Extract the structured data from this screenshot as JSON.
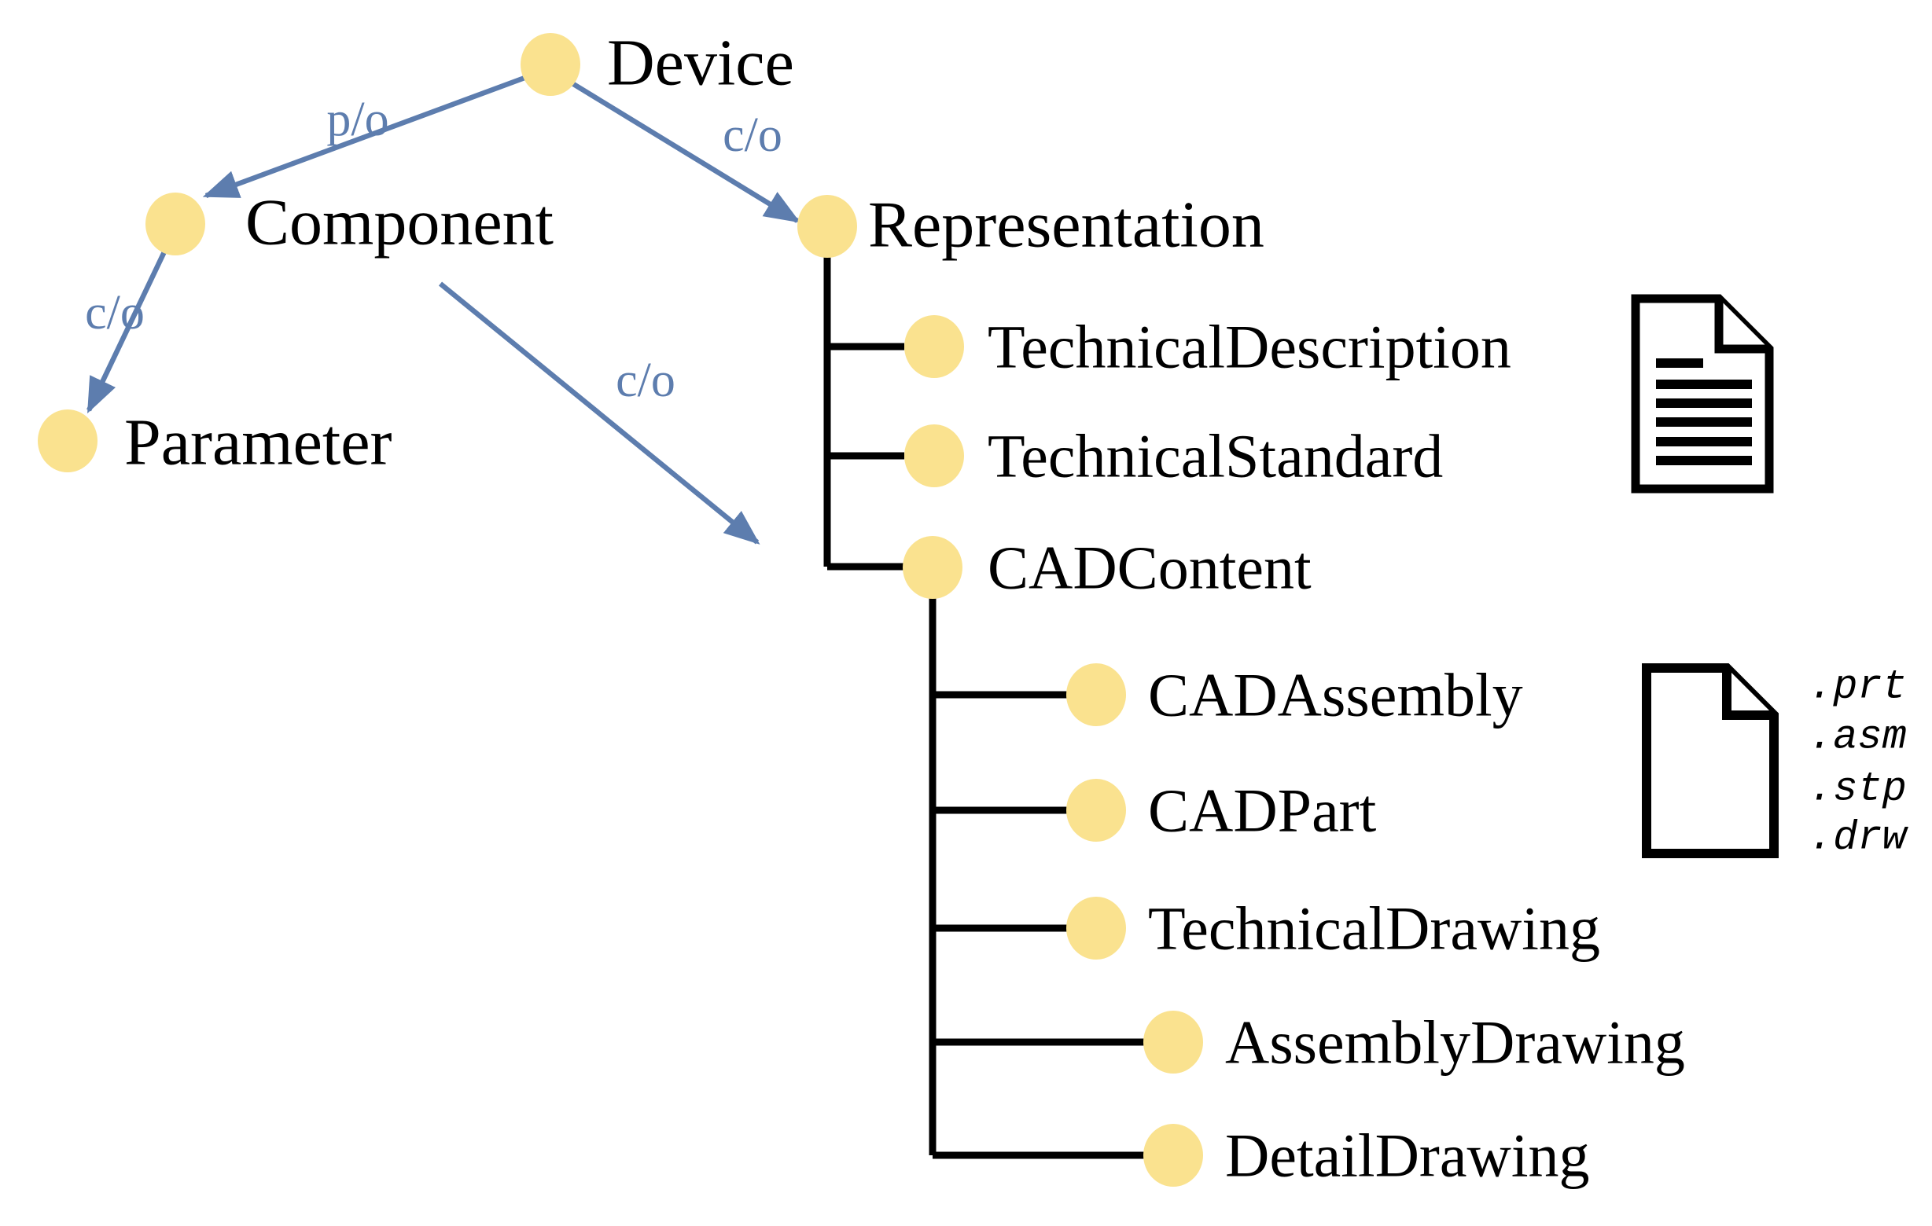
{
  "figure": {
    "colors": {
      "node_fill": "#fae28f",
      "edge_blue": "#5d7dae",
      "line_black": "#000000"
    },
    "nodes": {
      "device": "Device",
      "component": "Component",
      "parameter": "Parameter",
      "representation": "Representation",
      "technicalDescription": "TechnicalDescription",
      "technicalStandard": "TechnicalStandard",
      "cadContent": "CADContent",
      "cadAssembly": "CADAssembly",
      "cadPart": "CADPart",
      "technicalDrawing": "TechnicalDrawing",
      "assemblyDrawing": "AssemblyDrawing",
      "detailDrawing": "DetailDrawing"
    },
    "edge_labels": {
      "device_component": "p/o",
      "device_representation": "c/o",
      "component_parameter": "c/o",
      "component_cadContent": "c/o"
    },
    "file_extensions": [
      ".prt",
      ".asm",
      ".stp",
      ".drw"
    ]
  }
}
